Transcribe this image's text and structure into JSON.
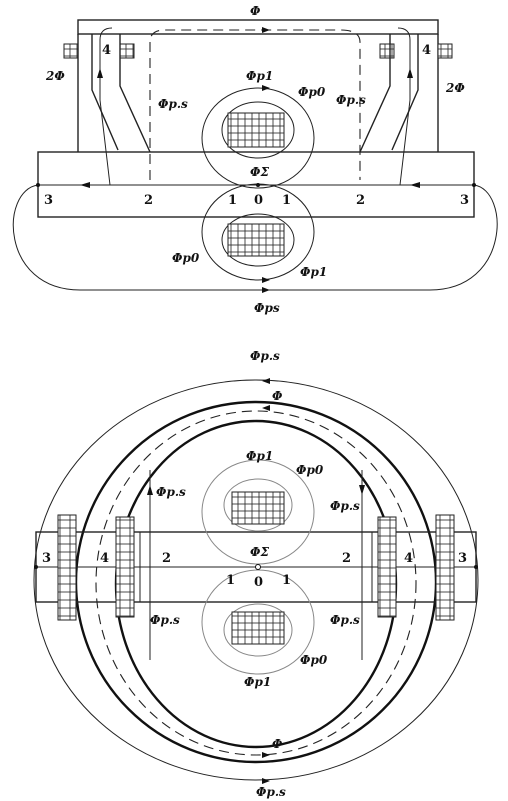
{
  "top": {
    "phi": "Φ",
    "phi_p1": "Φp1",
    "phi_p0": "Φp0",
    "phi_ps_left": "Φp.s",
    "phi_ps_right": "Φp.s",
    "phi_sigma": "ΦΣ",
    "two_phi_left": "2Φ",
    "two_phi_right": "2Φ",
    "phi_p0_lower": "Φp0",
    "phi_p1_lower": "Φp1",
    "phi_ps_bottom": "Φps",
    "n3_left": "3",
    "n2_left": "2",
    "n1_left": "1",
    "n0": "0",
    "n1_right": "1",
    "n2_right": "2",
    "n3_right": "3",
    "n4_left": "4",
    "n4_right": "4"
  },
  "bottom": {
    "phi_ps_top": "Φp.s",
    "phi": "Φ",
    "phi_p1": "Φp1",
    "phi_p0": "Φp0",
    "phi_ps_ul": "Φp.s",
    "phi_ps_ur": "Φp.s",
    "phi_sigma": "ΦΣ",
    "phi_ps_ll": "Φp.s",
    "phi_ps_lr": "Φp.s",
    "phi_p0_lower": "Φp0",
    "phi_p1_lower": "Φp1",
    "phi_lower": "Φ",
    "phi_ps_bottom": "Φp.s",
    "n3_left": "3",
    "n4_left": "4",
    "n2_left": "2",
    "n1_left": "1",
    "n0": "0",
    "n1_right": "1",
    "n2_right": "2",
    "n4_right": "4",
    "n3_right": "3"
  }
}
